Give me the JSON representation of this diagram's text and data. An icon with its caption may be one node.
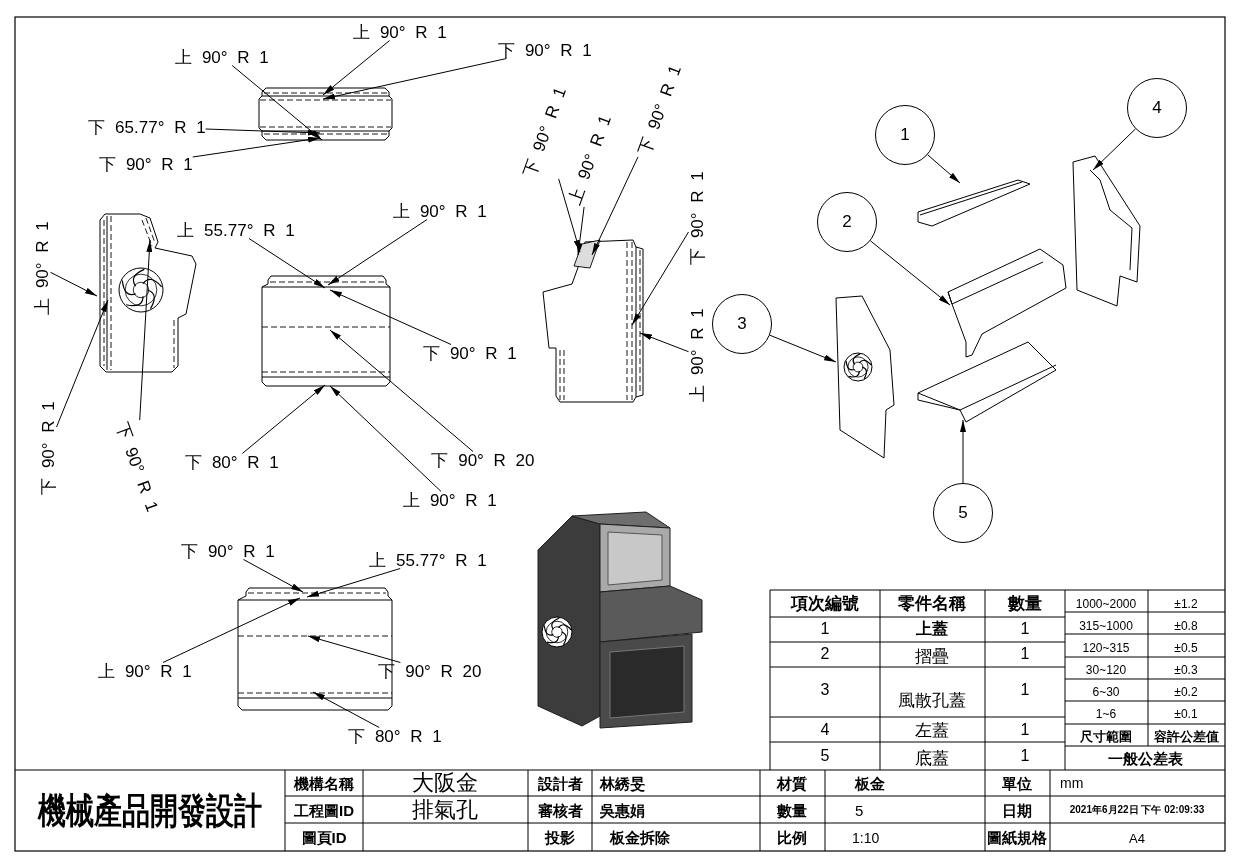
{
  "diagram": {
    "nodes": [
      {
        "text": [],
        "shape": "picture"
      },
      {
        "text": [
          "上 90° R 1"
        ]
      },
      {
        "text": [
          "上 90° R 1"
        ]
      },
      {
        "text": [
          "下 90° R 1"
        ]
      },
      {
        "text": [
          "下 65.77° R 1"
        ]
      },
      {
        "text": [
          "下 90° R 1"
        ]
      },
      {
        "text": [],
        "shape": "picture"
      },
      {
        "text": [
          "上 90° R 1"
        ]
      },
      {
        "text": [
          "上 55.77° R 1"
        ]
      },
      {
        "text": [
          "下 90° R 1"
        ]
      },
      {
        "text": [
          "下 90° R 1"
        ]
      },
      {
        "text": [],
        "shape": "picture"
      },
      {
        "text": [
          "上 90° R 1"
        ]
      },
      {
        "text": [
          "下 90° R 1"
        ]
      },
      {
        "text": [
          "下 80° R 1"
        ]
      },
      {
        "text": [
          "下 90° R 20"
        ]
      },
      {
        "text": [
          "上 90° R 1"
        ]
      },
      {
        "text": [],
        "shape": "picture"
      },
      {
        "text": [
          "下 90° R 1"
        ]
      },
      {
        "text": [
          "上 90° R 1"
        ]
      },
      {
        "text": [
          "下 90° R 1"
        ]
      },
      {
        "text": [
          "下 90° R 1"
        ]
      },
      {
        "text": [
          "上 90° R 1"
        ]
      },
      {
        "text": [],
        "shape": "picture"
      },
      {
        "text": [
          "下 90° R 1"
        ]
      },
      {
        "text": [
          "上 55.77° R 1"
        ]
      },
      {
        "text": [
          "上 90° R 1"
        ]
      },
      {
        "text": [
          "下 90° R 20"
        ]
      },
      {
        "text": [
          "下 80° R 1"
        ]
      },
      {
        "text": [
          "1"
        ]
      },
      {
        "text": [],
        "shape": "picture"
      },
      {
        "text": [
          "2"
        ]
      },
      {
        "text": [],
        "shape": "picture"
      },
      {
        "text": [
          "3"
        ]
      },
      {
        "text": [],
        "shape": "picture"
      },
      {
        "text": [
          "4"
        ]
      },
      {
        "text": [],
        "shape": "picture"
      },
      {
        "text": [
          "5"
        ]
      },
      {
        "text": [],
        "shape": "picture"
      }
    ],
    "edges": [
      {
        "from": 1,
        "to": 0,
        "arrow": "to"
      },
      {
        "from": 2,
        "to": 0,
        "arrow": "to"
      },
      {
        "from": 3,
        "to": 0,
        "arrow": "to"
      },
      {
        "from": 4,
        "to": 0,
        "arrow": "to"
      },
      {
        "from": 5,
        "to": 0,
        "arrow": "to"
      },
      {
        "from": 7,
        "to": 6,
        "arrow": "to"
      },
      {
        "from": 8,
        "to": 11,
        "arrow": "to"
      },
      {
        "from": 9,
        "to": 6,
        "arrow": "to"
      },
      {
        "from": 10,
        "to": 6,
        "arrow": "to"
      },
      {
        "from": 12,
        "to": 11,
        "arrow": "to"
      },
      {
        "from": 13,
        "to": 11,
        "arrow": "to"
      },
      {
        "from": 14,
        "to": 11,
        "arrow": "to"
      },
      {
        "from": 15,
        "to": 11,
        "arrow": "to"
      },
      {
        "from": 16,
        "to": 11,
        "arrow": "to"
      },
      {
        "from": 18,
        "to": 17,
        "arrow": "to"
      },
      {
        "from": 19,
        "to": 17,
        "arrow": "to"
      },
      {
        "from": 20,
        "to": 17,
        "arrow": "to"
      },
      {
        "from": 21,
        "to": 17,
        "arrow": "to"
      },
      {
        "from": 22,
        "to": 17,
        "arrow": "to"
      },
      {
        "from": 24,
        "to": 23,
        "arrow": "to"
      },
      {
        "from": 25,
        "to": 23,
        "arrow": "to"
      },
      {
        "from": 26,
        "to": 23,
        "arrow": "to"
      },
      {
        "from": 27,
        "to": 23,
        "arrow": "to"
      },
      {
        "from": 28,
        "to": 23,
        "arrow": "to"
      },
      {
        "from": 29,
        "to": 30,
        "arrow": "to"
      },
      {
        "from": 31,
        "to": 32,
        "arrow": "to"
      },
      {
        "from": 33,
        "to": 34,
        "arrow": "to"
      },
      {
        "from": 35,
        "to": 36,
        "arrow": "to"
      },
      {
        "from": 37,
        "to": 38,
        "arrow": "to"
      }
    ],
    "labels": [
      "項次編號",
      "零件名稱",
      "數量",
      "1",
      "上蓋",
      "1",
      "2",
      "摺疊",
      "1",
      "3",
      "風散孔蓋",
      "1",
      "4",
      "左蓋",
      "1",
      "5",
      "底蓋",
      "1",
      "1000~2000",
      "±1.2",
      "315~1000",
      "±0.8",
      "120~315",
      "±0.5",
      "30~120",
      "±0.3",
      "6~30",
      "±0.2",
      "1~6",
      "±0.1",
      "尺寸範圍",
      "容許公差值",
      "一般公差表",
      "機械產品開發設計",
      "機構名稱",
      "大阪金",
      "設計者",
      "林綉旻",
      "材質",
      "板金",
      "單位",
      "mm",
      "工程圖ID",
      "排氣孔",
      "審核者",
      "吳惠娟",
      "數量",
      "5",
      "日期",
      "2021年6月22日 下午 02:09:33",
      "圖頁ID",
      "投影",
      "板金拆除",
      "比例",
      "1:10",
      "圖紙規格",
      "A4"
    ]
  }
}
